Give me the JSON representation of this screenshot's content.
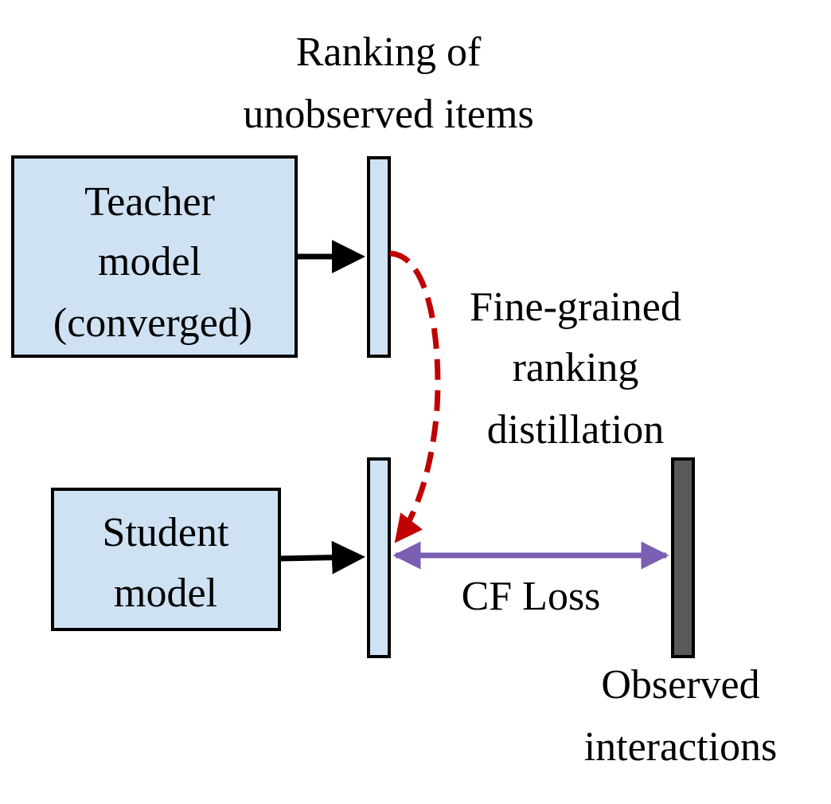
{
  "diagram": {
    "ranking_label": {
      "line1": "Ranking of",
      "line2": "unobserved items"
    },
    "teacher_model": {
      "line1": "Teacher",
      "line2": "model",
      "line3": "(converged)"
    },
    "student_model": {
      "line1": "Student",
      "line2": "model"
    },
    "distillation_label": {
      "line1": "Fine-grained",
      "line2": "ranking",
      "line3": "distillation"
    },
    "cf_loss_label": "CF Loss",
    "observed_label": {
      "line1": "Observed",
      "line2": "interactions"
    },
    "colors": {
      "model_box_fill": "#cfe2f3",
      "outline": "#000000",
      "observed_bar_fill": "#595959",
      "distillation_arrow": "#c00000",
      "cf_loss_arrow": "#7b5fb3"
    }
  }
}
